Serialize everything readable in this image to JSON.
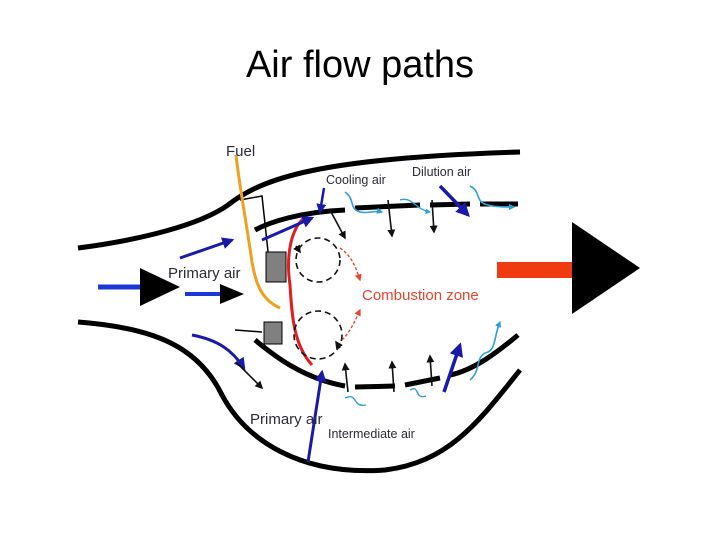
{
  "title": "Air flow paths",
  "diagram": {
    "labels": {
      "fuel": "Fuel",
      "cooling_air": "Cooling air",
      "dilution_air": "Dilution air",
      "primary_air_top": "Primary air",
      "combustion_zone": "Combustion zone",
      "primary_air_bottom": "Primary air",
      "intermediate_air": "Intermediate air"
    },
    "colors": {
      "outline": "#000000",
      "air_arrow": "#1a1aa8",
      "inflow_arrow": "#1838d8",
      "wiggle": "#2aa0d8",
      "fuel_line": "#f0a020",
      "flame_holder": "#dd2020",
      "combustion_text": "#e8452c",
      "hot_exhaust": "#f03a10",
      "injector_block": "#808080"
    }
  }
}
